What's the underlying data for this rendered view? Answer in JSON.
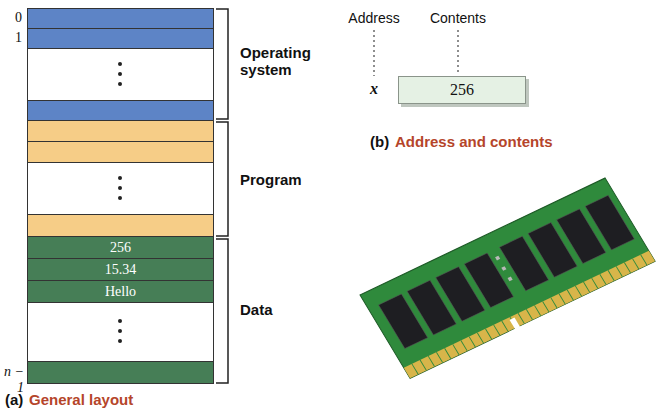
{
  "diagram": {
    "nodes": [
      {
        "text": [
          "256"
        ]
      },
      {
        "text": [
          "15.34"
        ]
      },
      {
        "text": [
          "Hello"
        ]
      },
      {
        "text": [
          "256"
        ]
      }
    ],
    "labels": [
      "0",
      "1",
      "n − 1",
      "Operating system",
      "Program",
      "Data",
      "(a)",
      "General layout",
      "Address",
      "Contents",
      "x",
      "(b)",
      "Address and contents"
    ]
  }
}
